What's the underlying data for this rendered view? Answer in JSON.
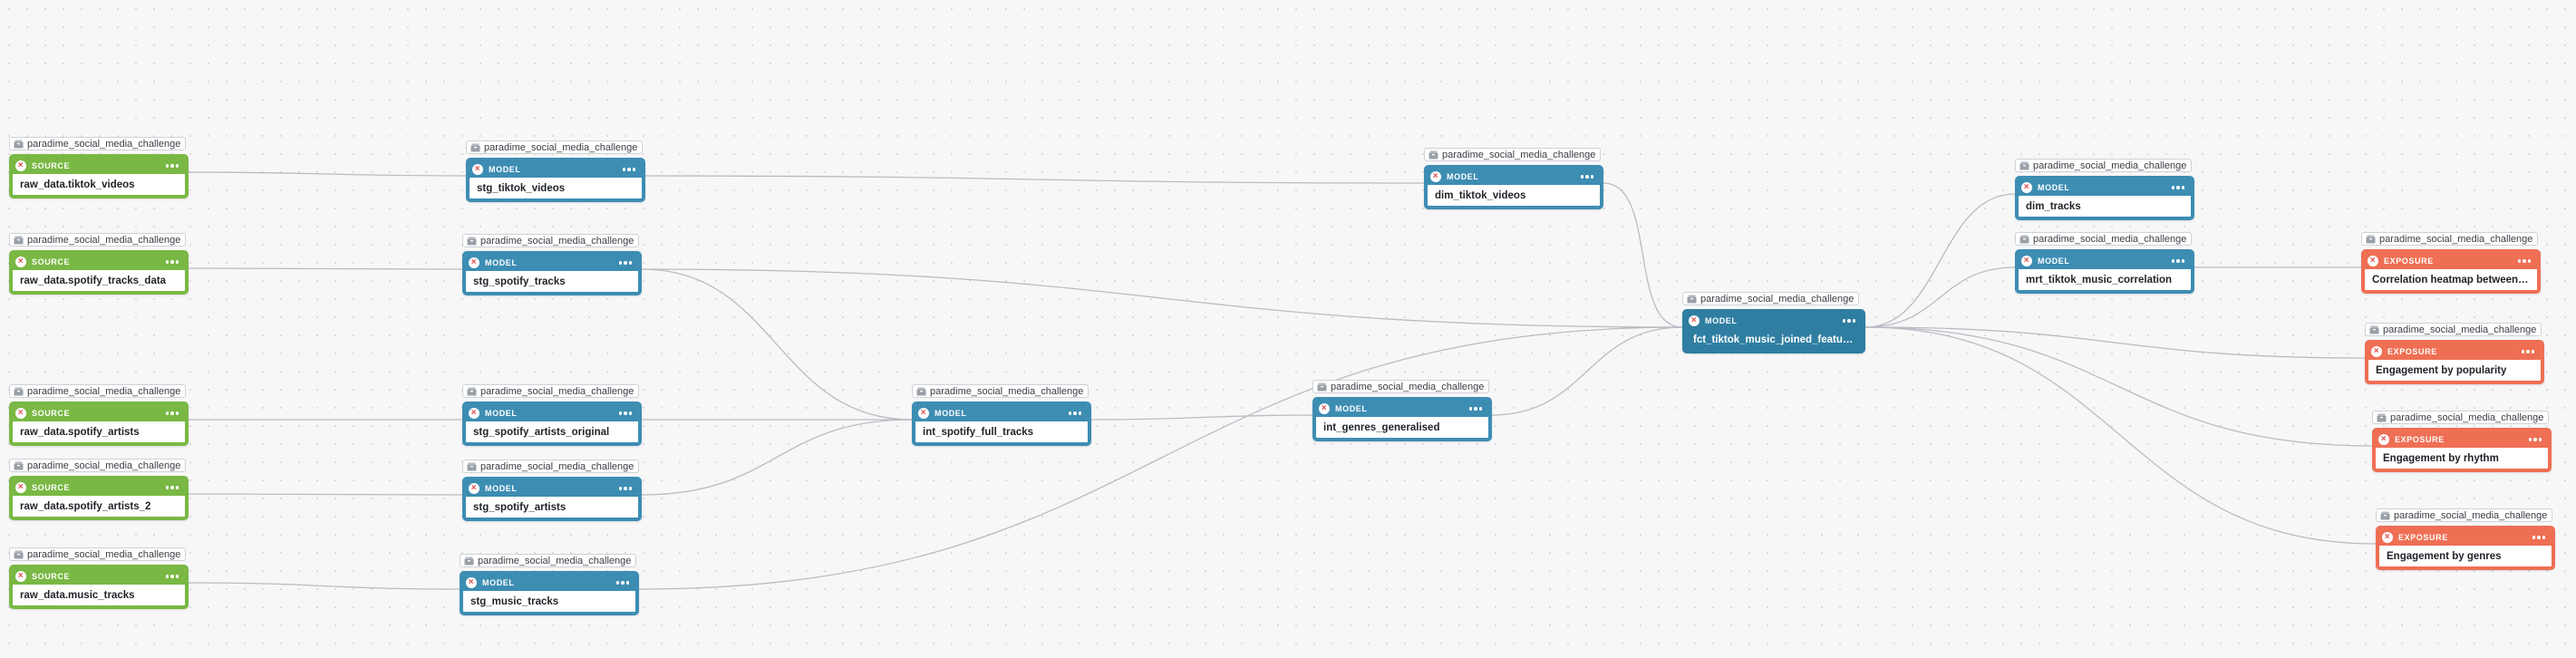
{
  "project_label": "paradime_social_media_challenge",
  "icons": {
    "project": "package-icon",
    "status": "error-x-icon",
    "menu": "more-dots-icon"
  },
  "colors": {
    "source": "#79b844",
    "model": "#3d8db3",
    "exposure": "#ef6f54",
    "edge": "#b9bcc2"
  },
  "nodes": [
    {
      "id": "src_tiktok",
      "type": "SOURCE",
      "name": "raw_data.tiktok_videos",
      "project": "paradime_social_media_challenge"
    },
    {
      "id": "src_spotify_tracks",
      "type": "SOURCE",
      "name": "raw_data.spotify_tracks_data",
      "project": "paradime_social_media_challenge"
    },
    {
      "id": "src_spotify_artists",
      "type": "SOURCE",
      "name": "raw_data.spotify_artists",
      "project": "paradime_social_media_challenge"
    },
    {
      "id": "src_spotify_artists_2",
      "type": "SOURCE",
      "name": "raw_data.spotify_artists_2",
      "project": "paradime_social_media_challenge"
    },
    {
      "id": "src_music_tracks",
      "type": "SOURCE",
      "name": "raw_data.music_tracks",
      "project": "paradime_social_media_challenge"
    },
    {
      "id": "stg_tiktok_videos",
      "type": "MODEL",
      "name": "stg_tiktok_videos",
      "project": "paradime_social_media_challenge"
    },
    {
      "id": "stg_spotify_tracks",
      "type": "MODEL",
      "name": "stg_spotify_tracks",
      "project": "paradime_social_media_challenge"
    },
    {
      "id": "stg_spotify_artists_original",
      "type": "MODEL",
      "name": "stg_spotify_artists_original",
      "project": "paradime_social_media_challenge"
    },
    {
      "id": "stg_spotify_artists",
      "type": "MODEL",
      "name": "stg_spotify_artists",
      "project": "paradime_social_media_challenge"
    },
    {
      "id": "stg_music_tracks",
      "type": "MODEL",
      "name": "stg_music_tracks",
      "project": "paradime_social_media_challenge"
    },
    {
      "id": "int_spotify_full_tracks",
      "type": "MODEL",
      "name": "int_spotify_full_tracks",
      "project": "paradime_social_media_challenge"
    },
    {
      "id": "int_genres_generalised",
      "type": "MODEL",
      "name": "int_genres_generalised",
      "project": "paradime_social_media_challenge"
    },
    {
      "id": "dim_tiktok_videos",
      "type": "MODEL",
      "name": "dim_tiktok_videos",
      "project": "paradime_social_media_challenge"
    },
    {
      "id": "fct_tiktok_music",
      "type": "MODEL",
      "name": "fct_tiktok_music_joined_features",
      "project": "paradime_social_media_challenge",
      "selected": true
    },
    {
      "id": "dim_tracks",
      "type": "MODEL",
      "name": "dim_tracks",
      "project": "paradime_social_media_challenge"
    },
    {
      "id": "mrt_tiktok_music_correlation",
      "type": "MODEL",
      "name": "mrt_tiktok_music_correlation",
      "project": "paradime_social_media_challenge"
    },
    {
      "id": "exp_correlation",
      "type": "EXPOSURE",
      "name": "Correlation heatmap between tiktok metrics",
      "project": "paradime_social_media_challenge"
    },
    {
      "id": "exp_popularity",
      "type": "EXPOSURE",
      "name": "Engagement by popularity",
      "project": "paradime_social_media_challenge"
    },
    {
      "id": "exp_rhythm",
      "type": "EXPOSURE",
      "name": "Engagement by rhythm",
      "project": "paradime_social_media_challenge"
    },
    {
      "id": "exp_genres",
      "type": "EXPOSURE",
      "name": "Engagement by genres",
      "project": "paradime_social_media_challenge"
    }
  ],
  "edges": [
    [
      "src_tiktok",
      "stg_tiktok_videos"
    ],
    [
      "src_spotify_tracks",
      "stg_spotify_tracks"
    ],
    [
      "src_spotify_artists",
      "stg_spotify_artists_original"
    ],
    [
      "src_spotify_artists_2",
      "stg_spotify_artists"
    ],
    [
      "src_music_tracks",
      "stg_music_tracks"
    ],
    [
      "stg_tiktok_videos",
      "dim_tiktok_videos"
    ],
    [
      "stg_spotify_tracks",
      "int_spotify_full_tracks"
    ],
    [
      "stg_spotify_tracks",
      "fct_tiktok_music"
    ],
    [
      "stg_spotify_artists_original",
      "int_spotify_full_tracks"
    ],
    [
      "stg_spotify_artists",
      "int_spotify_full_tracks"
    ],
    [
      "stg_music_tracks",
      "fct_tiktok_music"
    ],
    [
      "int_spotify_full_tracks",
      "int_genres_generalised"
    ],
    [
      "int_genres_generalised",
      "fct_tiktok_music"
    ],
    [
      "dim_tiktok_videos",
      "fct_tiktok_music"
    ],
    [
      "fct_tiktok_music",
      "dim_tracks"
    ],
    [
      "fct_tiktok_music",
      "mrt_tiktok_music_correlation"
    ],
    [
      "mrt_tiktok_music_correlation",
      "exp_correlation"
    ],
    [
      "fct_tiktok_music",
      "exp_popularity"
    ],
    [
      "fct_tiktok_music",
      "exp_rhythm"
    ],
    [
      "fct_tiktok_music",
      "exp_genres"
    ]
  ]
}
